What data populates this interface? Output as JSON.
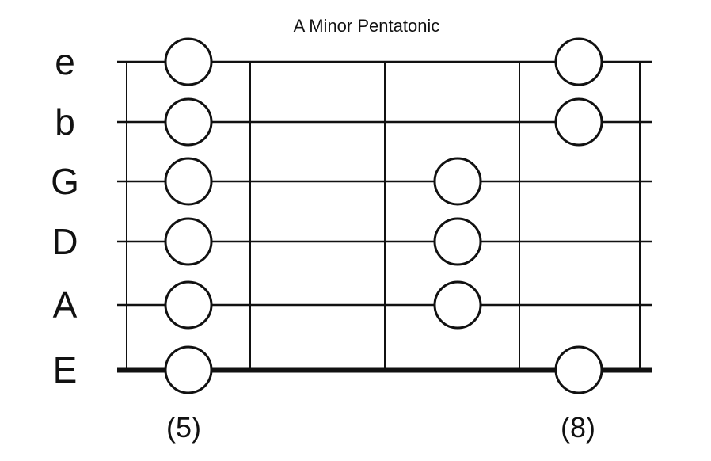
{
  "title": "A Minor Pentatonic",
  "strings": [
    "e",
    "b",
    "G",
    "D",
    "A",
    "E"
  ],
  "fret_labels": [
    "(5)",
    "(8)"
  ],
  "notes": [
    {
      "string": "e",
      "position": 0
    },
    {
      "string": "e",
      "position": 3
    },
    {
      "string": "b",
      "position": 0
    },
    {
      "string": "b",
      "position": 3
    },
    {
      "string": "G",
      "position": 0
    },
    {
      "string": "G",
      "position": 2
    },
    {
      "string": "D",
      "position": 0
    },
    {
      "string": "D",
      "position": 2
    },
    {
      "string": "A",
      "position": 0
    },
    {
      "string": "A",
      "position": 2
    },
    {
      "string": "E",
      "position": 0
    },
    {
      "string": "E",
      "position": 3
    }
  ]
}
